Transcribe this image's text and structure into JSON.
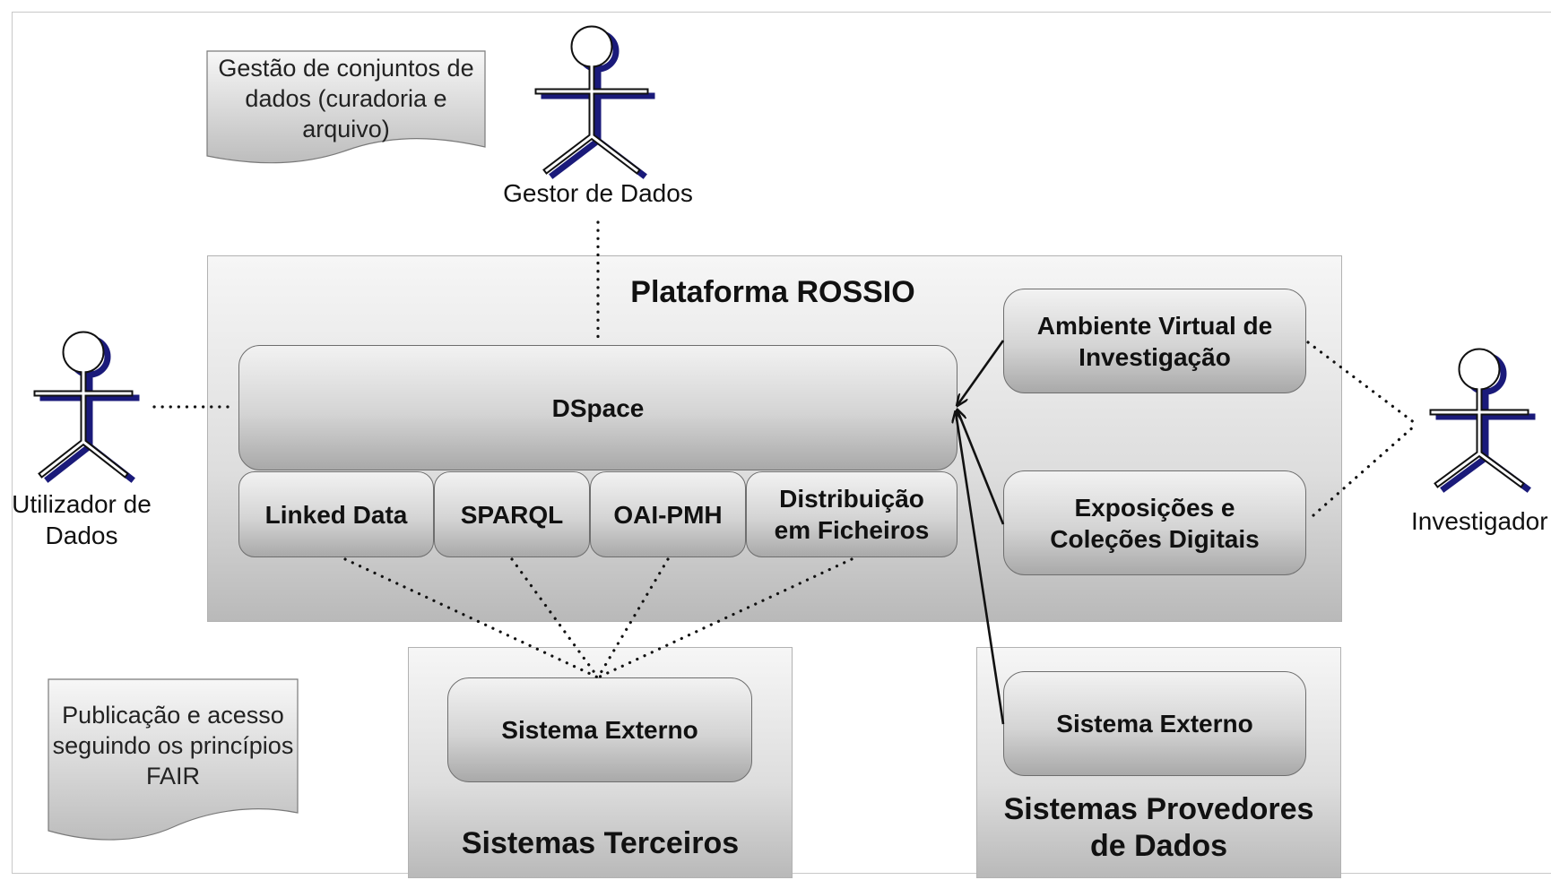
{
  "platform": {
    "title": "Plataforma ROSSIO",
    "dspace_label": "DSpace",
    "interfaces": [
      "Linked Data",
      "SPARQL",
      "OAI-PMH",
      "Distribuição em Ficheiros"
    ],
    "ambiente_label": "Ambiente Virtual de Investigação",
    "exposicoes_label": "Exposições e Coleções Digitais"
  },
  "third_party": {
    "title": "Sistemas Terceiros",
    "box_label": "Sistema Externo"
  },
  "providers": {
    "title": "Sistemas Provedores de Dados",
    "box_label": "Sistema Externo"
  },
  "actors": {
    "gestor": "Gestor de Dados",
    "utilizador": "Utilizador de Dados",
    "investigador": "Investigador"
  },
  "notes": {
    "top": "Gestão de conjuntos de dados (curadoria e arquivo)",
    "bottom": "Publicação e acesso seguindo os princípios FAIR"
  },
  "colors": {
    "actor_shadow": "#1a1a7a",
    "line": "#111111",
    "panel_border": "#b2b2b2"
  }
}
